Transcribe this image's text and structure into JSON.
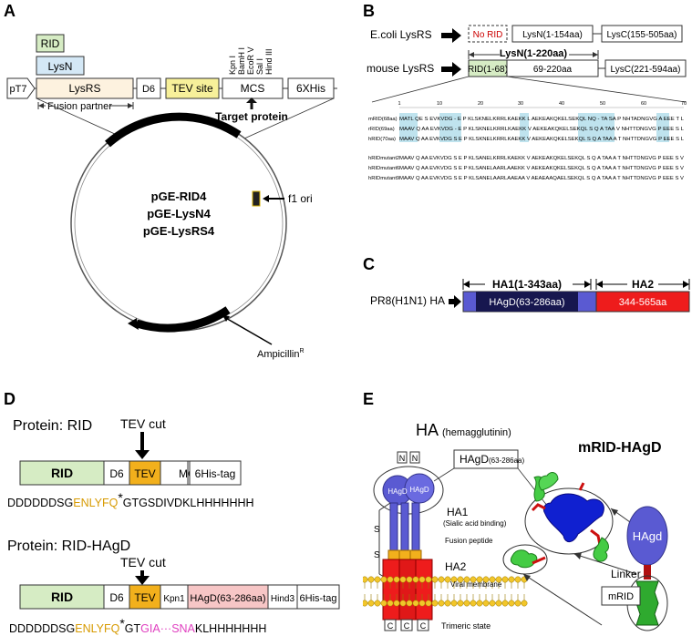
{
  "panels": {
    "a": "A",
    "b": "B",
    "c": "C",
    "d": "D",
    "e": "E"
  },
  "A": {
    "rid": "RID",
    "lysn": "LysN",
    "pt7": "pT7",
    "lysrs": "LysRS",
    "d6": "D6",
    "tev_site": "TEV site",
    "mcs": "MCS",
    "his": "6XHis",
    "sites": [
      "Kpn I",
      "BamH I",
      "EcoR V",
      "Sal I",
      "Hind III"
    ],
    "fusion_partner": "Fusion partner",
    "target_protein": "Target protein",
    "plasmids": [
      "pGE-RID4",
      "pGE-LysN4",
      "pGE-LysRS4"
    ],
    "f1_ori": "f1 ori",
    "ampicillin": "Ampicillin",
    "ampicillin_sup": "R"
  },
  "B": {
    "ecoli_label": "E.coli LysRS",
    "no_rid": "No RID",
    "ecoli_lysn": "LysN(1-154aa)",
    "ecoli_lysc": "LysC(155-505aa)",
    "lysn_span": "LysN(1-220aa)",
    "mouse_label": "mouse LysRS",
    "rid_1_68": "RID(1-68)",
    "seg_69_220": "69-220aa",
    "mouse_lysc": "LysC(221-594aa)",
    "ruler": [
      "1",
      "10",
      "20",
      "30",
      "40",
      "50",
      "60",
      "70"
    ],
    "alignment": [
      {
        "name": "mRID(68aa)",
        "seq": "MATL QE S EVKVDG - E P KLSKNELKRRLKAEKK L AEKEAKQKELSEKQL NQ - TA SA P NHTADNGVG A EEE T L"
      },
      {
        "name": "rRID(69aa)",
        "seq": "MAAV Q AA EVKVDG - E P KLSKNELKRRLKAEKK V AEKEAKQKELSEKQL S Q A TAA V NHTTDNGVG P EEE S L"
      },
      {
        "name": "hRID(70aa)",
        "seq": "MAAV Q AA EVKVDG S E P KLSKNELKRRLKAEKK V AEKEAKQKELSEKQL S Q A TAA A T NHTTDNGVG P EEE S L"
      }
    ],
    "mutants": [
      {
        "name": "hRIDmutant2",
        "seq": "MAAV Q AA EVKVDG S E P KLSANELKRRLKAEKK V AEKEAKQKELSEKQL S Q A TAA A T NHTTDNGVG P EEE S V"
      },
      {
        "name": "hRIDmutant6",
        "seq": "MAAV Q AA EVKVDG S E P KLSANELAARLAAEKK V AEKEAKQKELSEKQL S Q A TAA A T NHTTDNGVG P EEE S V"
      },
      {
        "name": "hRIDmutant9",
        "seq": "MAAV Q AA EVKVDG S E P KLSANELAARLAAEAA V AEAEAAQAELSEKQL S Q A TAA A T NHTTDNGVG P EEE S V"
      }
    ]
  },
  "C": {
    "ha1": "HA1(1-343aa)",
    "ha2": "HA2",
    "label": "PR8(H1N1) HA",
    "hagd": "HAgD(63-286aa)",
    "seg2": "344-565aa"
  },
  "D": {
    "protein_rid": "Protein: RID",
    "tev_cut": "TEV cut",
    "rid": "RID",
    "d6": "D6",
    "tev": "TEV",
    "mcs": "MCS",
    "his_tag": "6His-tag",
    "seq1_a": "DDDDDDSG",
    "seq1_b": "ENLYFQ",
    "seq1_star": "*",
    "seq1_c": "GTGSDIVDKLHHHHHHH",
    "protein_rid_hagd": "Protein: RID-HAgD",
    "tev_cut2": "TEV cut",
    "kpn1": "Kpn1",
    "hagd": "HAgD(63-286aa)",
    "hind3": "Hind3",
    "his_tag2": "6His-tag",
    "seq2_a": "DDDDDDSG",
    "seq2_b": "ENLYFQ",
    "seq2_star": "*",
    "seq2_c": "GT",
    "seq2_d": "GIA",
    "seq2_e": "···",
    "seq2_f": "SNA",
    "seq2_g": "KLHHHHHHH"
  },
  "E": {
    "ha_title": "HA",
    "ha_sub": "(hemagglutinin)",
    "hagd_box": "HAgD",
    "hagd_box_sub": "(63-286aa)",
    "n": "N",
    "hagd_in": "HAgD",
    "s": "S",
    "ha1": "HA1",
    "ha1_sub": "(Sialic acid binding)",
    "fusion": "Fusion peptide",
    "ha2": "HA2",
    "viral": "Viral membrane",
    "c": "C",
    "trimeric": "Trimeric state",
    "mrid_hagd": "mRID-HAgD",
    "hagd_right": "HAgd",
    "linker": "Linker",
    "mrid": "mRID"
  },
  "colors": {
    "rid_green": "#d6ecc4",
    "lysn_blue": "#d4e8f6",
    "tev_yellow": "#f7f09a",
    "tev_orange": "#f2b01c",
    "hagd_pink": "#f7c6c6",
    "ha_blue": "#5a5ad2",
    "ha_dark": "#17174f",
    "ha_red": "#ee1c1c",
    "seq_orange": "#d79a00",
    "seq_magenta": "#e040c0",
    "align_highlight": "#bfe3ee"
  }
}
